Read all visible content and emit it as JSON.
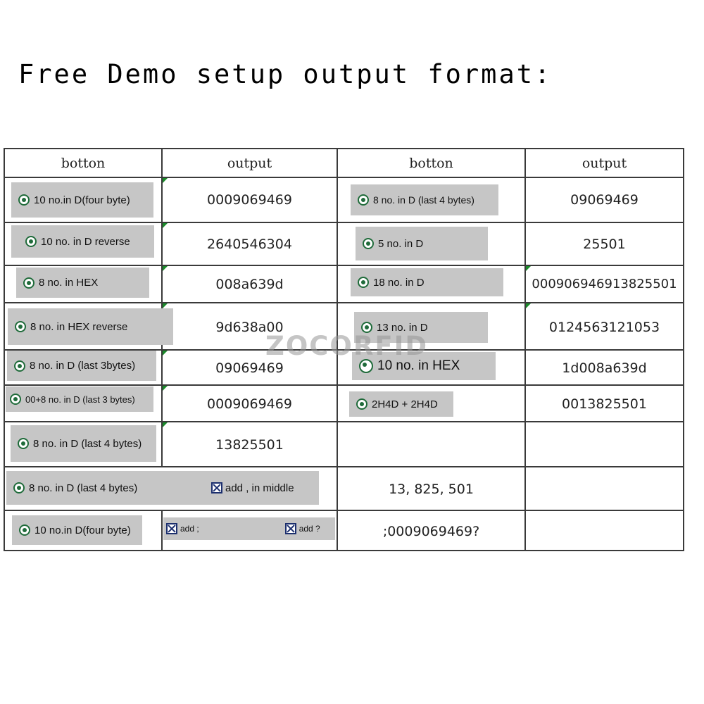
{
  "title": "Free Demo setup output format:",
  "watermark": "ZOCORFID",
  "headers": [
    "botton",
    "output",
    "botton",
    "output"
  ],
  "rows": [
    {
      "left_button": "10 no.in D(four byte)",
      "left_output": "0009069469",
      "right_button": "8 no. in D (last 4 bytes)",
      "right_output": "09069469"
    },
    {
      "left_button": "10 no. in D reverse",
      "left_output": "2640546304",
      "right_button": "5 no. in D",
      "right_output": "25501"
    },
    {
      "left_button": "8 no. in HEX",
      "left_output": "008a639d",
      "right_button": "18 no. in D",
      "right_output": "000906946913825501"
    },
    {
      "left_button": "8 no. in HEX reverse",
      "left_output": "9d638a00",
      "right_button": "13 no. in D",
      "right_output": "0124563121053"
    },
    {
      "left_button": "8 no. in D (last 3bytes)",
      "left_output": "09069469",
      "right_button": "10 no. in HEX",
      "right_output": "1d008a639d"
    },
    {
      "left_button": "00+8 no. in D (last 3 bytes)",
      "left_output": "0009069469",
      "right_button": "2H4D + 2H4D",
      "right_output": "0013825501"
    },
    {
      "left_button": "8 no. in D (last 4 bytes)",
      "left_output": "13825501"
    }
  ],
  "row8": {
    "button": "8 no. in D (last 4 bytes)",
    "checkbox": "add , in middle",
    "output": "13, 825, 501"
  },
  "row9": {
    "button": "10 no.in D(four byte)",
    "checkbox1": "add ;",
    "checkbox2": "add ?",
    "output": ";0009069469?"
  }
}
